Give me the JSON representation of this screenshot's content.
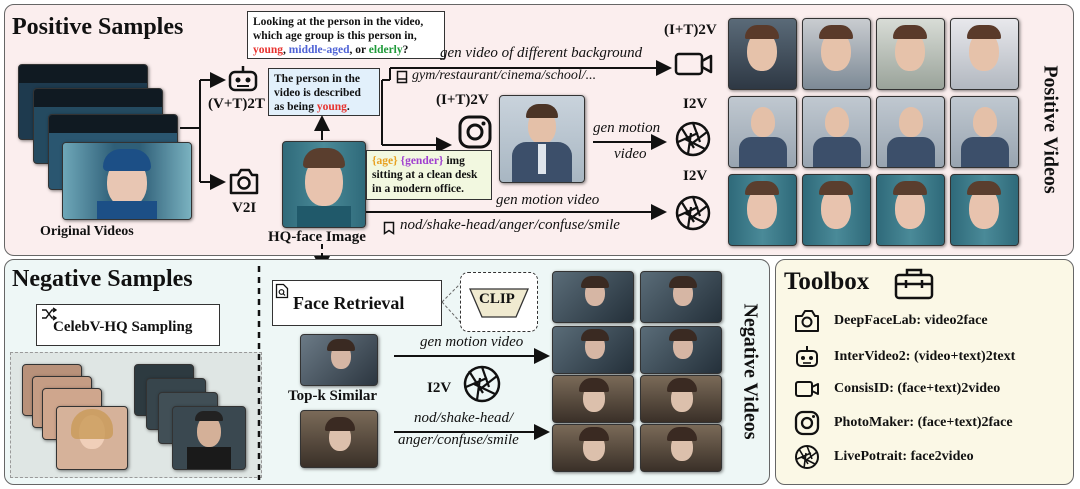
{
  "positive": {
    "title": "Positive Samples",
    "original_videos_label": "Original Videos",
    "hq_face_label": "HQ-face Image",
    "vt2t_label": "(V+T)2T",
    "v2i_label": "V2I",
    "it2v_top_label": "(I+T)2V",
    "it2v_mid_label": "(I+T)2V",
    "i2v_mid_label": "I2V",
    "i2v_bottom_label": "I2V",
    "question_text": {
      "line1": "Looking at the person in the video,",
      "line2": "which age group is this person in,",
      "young": "young",
      "sep1": ", ",
      "middle": "middle-aged",
      "sep2": ", or ",
      "elderly": "elderly",
      "end": "?"
    },
    "answer_text": {
      "line1": "The person in the",
      "line2": "video is described",
      "line3_pre": "as being ",
      "young": "young",
      "end": "."
    },
    "prompt_text": {
      "age": "{age}",
      "gender": "{gender}",
      "img": " img",
      "line2": "sitting at a clean desk",
      "line3": "in a modern office."
    },
    "gen_bg_label": "gen video of different background",
    "gen_bg_options": "gym/restaurant/cinema/school/...",
    "gen_motion_label_1": "gen motion",
    "gen_motion_label_2": "video",
    "gen_motion_video_label": "gen motion video",
    "motion_options": "nod/shake-head/anger/confuse/smile",
    "side_title": "Positive Videos"
  },
  "negative": {
    "title": "Negative Samples",
    "celebv_label": "CelebV-HQ Sampling",
    "face_retrieval_label": "Face Retrieval",
    "clip_label": "CLIP",
    "topk_label": "Top-k Similar",
    "i2v_label": "I2V",
    "gen_motion_video_label": "gen motion video",
    "motion_options_1": "nod/shake-head/",
    "motion_options_2": "anger/confuse/smile",
    "side_title": "Negative Videos"
  },
  "toolbox": {
    "title": "Toolbox",
    "items": [
      {
        "icon": "camera-icon",
        "text": "DeepFaceLab: video2face"
      },
      {
        "icon": "robot-icon",
        "text": "InterVideo2: (video+text)2text"
      },
      {
        "icon": "video-camera-icon",
        "text": "ConsisID: (face+text)2video"
      },
      {
        "icon": "photomaker-icon",
        "text": "PhotoMaker: (face+text)2face"
      },
      {
        "icon": "aperture-icon",
        "text": "LivePotrait: face2video"
      }
    ]
  },
  "colors": {
    "positive_bg": "#fbeeee",
    "negative_bg": "#eef7f6",
    "toolbox_bg": "#fbf8e6",
    "young": "#e8332f",
    "middle": "#4f63d6",
    "elderly": "#1f9a3a",
    "age_tag": "#e8a020",
    "gender_tag": "#a040d0"
  }
}
